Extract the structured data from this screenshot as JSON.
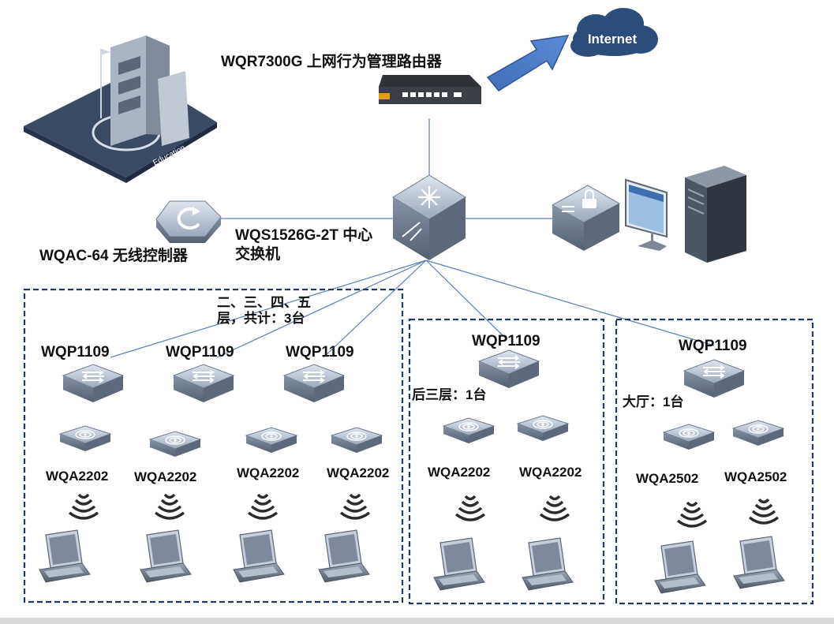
{
  "router": {
    "label": "WQR7300G  上网行为管理路由器"
  },
  "internet": {
    "label": "Internet"
  },
  "building": {
    "label": "Education"
  },
  "controller": {
    "label": "WQAC-64 无线控制器"
  },
  "core_switch": {
    "label_line1": "WQS1526G-2T  中心",
    "label_line2": "交换机"
  },
  "groups": [
    {
      "note": "二、三、四、五层，共计：3台",
      "switches": [
        "WQP1109",
        "WQP1109",
        "WQP1109"
      ],
      "aps": [
        "WQA2202",
        "WQA2202",
        "WQA2202",
        "WQA2202"
      ]
    },
    {
      "note": "后三层：1台",
      "switches": [
        "WQP1109"
      ],
      "aps": [
        "WQA2202",
        "WQA2202"
      ]
    },
    {
      "note": "大厅：1台",
      "switches": [
        "WQP1109"
      ],
      "aps": [
        "WQA2502",
        "WQA2502"
      ]
    }
  ],
  "colors": {
    "line": "#5b7db8",
    "box_border": "#1f3864",
    "arrow": "#4a78c2",
    "cloud": "#2b4d7c",
    "device_top": "#b9c4d3",
    "device_side": "#6d7a8c"
  }
}
